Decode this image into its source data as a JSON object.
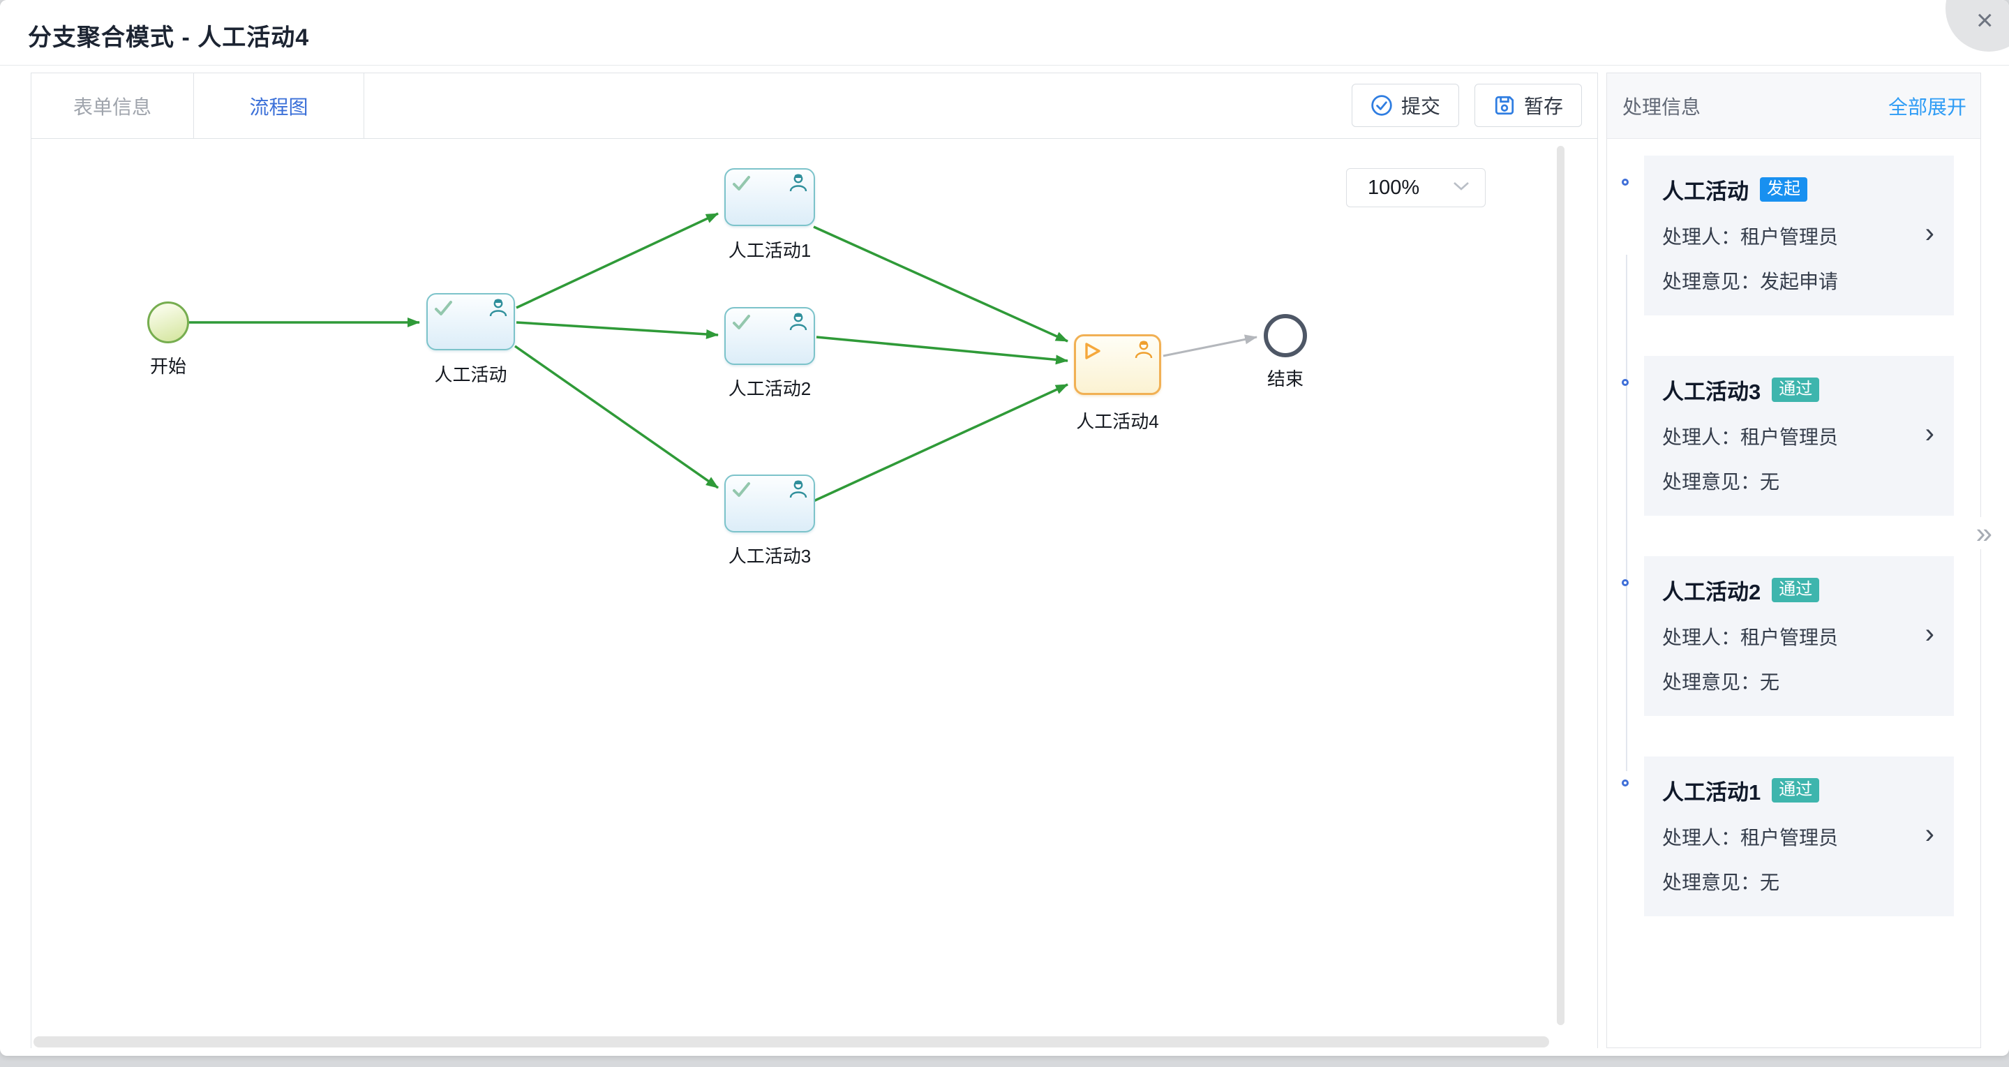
{
  "window": {
    "title": "分支聚合模式 - 人工活动4",
    "close_icon": "×"
  },
  "tabs": [
    {
      "label": "表单信息",
      "active": false
    },
    {
      "label": "流程图",
      "active": true
    }
  ],
  "toolbar": {
    "submit_label": "提交",
    "save_label": "暂存"
  },
  "canvas": {
    "zoom_value": "100%"
  },
  "diagram": {
    "nodes": [
      {
        "id": "start",
        "type": "start",
        "label": "开始"
      },
      {
        "id": "task0",
        "type": "task-done",
        "label": "人工活动"
      },
      {
        "id": "task1",
        "type": "task-done",
        "label": "人工活动1"
      },
      {
        "id": "task2",
        "type": "task-done",
        "label": "人工活动2"
      },
      {
        "id": "task3",
        "type": "task-done",
        "label": "人工活动3"
      },
      {
        "id": "task4",
        "type": "task-active",
        "label": "人工活动4"
      },
      {
        "id": "end",
        "type": "end",
        "label": "结束"
      }
    ],
    "edges": [
      {
        "from": "开始",
        "to": "人工活动",
        "status": "done"
      },
      {
        "from": "人工活动",
        "to": "人工活动1",
        "status": "done"
      },
      {
        "from": "人工活动",
        "to": "人工活动2",
        "status": "done"
      },
      {
        "from": "人工活动",
        "to": "人工活动3",
        "status": "done"
      },
      {
        "from": "人工活动1",
        "to": "人工活动4",
        "status": "done"
      },
      {
        "from": "人工活动2",
        "to": "人工活动4",
        "status": "done"
      },
      {
        "from": "人工活动3",
        "to": "人工活动4",
        "status": "done"
      },
      {
        "from": "人工活动4",
        "to": "结束",
        "status": "pending"
      }
    ],
    "colors": {
      "edge_done": "#2f9a38",
      "edge_pending": "#b4b7bc",
      "task_border": "#7cc3ca",
      "active_border": "#f1b054",
      "start_border": "#76ad4f",
      "end_border": "#4e5766"
    }
  },
  "panel": {
    "title": "处理信息",
    "expand_all_label": "全部展开",
    "collapse_icon": "»",
    "items": [
      {
        "name": "人工活动",
        "badge": "发起",
        "badge_color": "#1890f0",
        "handler_label": "处理人：",
        "handler": "租户管理员",
        "opinion_label": "处理意见：",
        "opinion": "发起申请"
      },
      {
        "name": "人工活动3",
        "badge": "通过",
        "badge_color": "#3eb5ad",
        "handler_label": "处理人：",
        "handler": "租户管理员",
        "opinion_label": "处理意见：",
        "opinion": "无"
      },
      {
        "name": "人工活动2",
        "badge": "通过",
        "badge_color": "#3eb5ad",
        "handler_label": "处理人：",
        "handler": "租户管理员",
        "opinion_label": "处理意见：",
        "opinion": "无"
      },
      {
        "name": "人工活动1",
        "badge": "通过",
        "badge_color": "#3eb5ad",
        "handler_label": "处理人：",
        "handler": "租户管理员",
        "opinion_label": "处理意见：",
        "opinion": "无"
      }
    ]
  }
}
